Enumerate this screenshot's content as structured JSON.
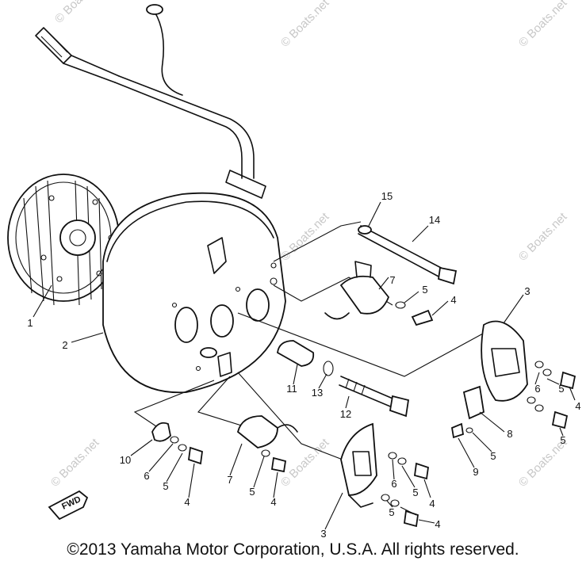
{
  "copyright": "©2013 Yamaha Motor Corporation, U.S.A. All rights reserved.",
  "watermark": "© Boats.net",
  "fwd_label": "FWD",
  "callouts": {
    "p1": "1",
    "p2": "2",
    "p3a": "3",
    "p3b": "3",
    "p4a": "4",
    "p4b": "4",
    "p4c": "4",
    "p4d": "4",
    "p4e": "4",
    "p5a": "5",
    "p5b": "5",
    "p5c": "5",
    "p5d": "5",
    "p5e": "5",
    "p5f": "5",
    "p6a": "6",
    "p6b": "6",
    "p6c": "6",
    "p7a": "7",
    "p7b": "7",
    "p8": "8",
    "p9": "9",
    "p10": "10",
    "p11": "11",
    "p12": "12",
    "p13": "13",
    "p14": "14",
    "p15": "15"
  },
  "colors": {
    "line": "#111111",
    "watermark": "#c8c8c8",
    "background": "#ffffff"
  }
}
